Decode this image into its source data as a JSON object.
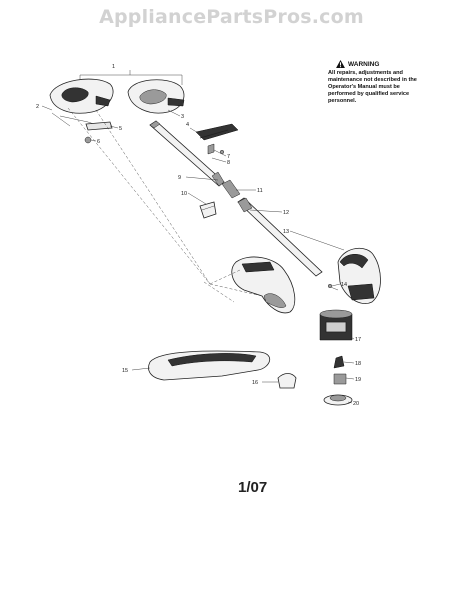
{
  "watermark": "AppliancePartsPros.com",
  "warning": {
    "title": "WARNING",
    "text": "All repairs, adjustments and maintenance not described in the Operator's Manual must be performed by qualified service personnel."
  },
  "page_number": "1/07",
  "callouts": [
    "1",
    "2",
    "3",
    "4",
    "5",
    "6",
    "7",
    "8",
    "9",
    "10",
    "11",
    "12",
    "13",
    "14",
    "15",
    "16",
    "17",
    "18",
    "19",
    "20"
  ],
  "icons": {
    "warning": "warning-triangle-icon"
  }
}
